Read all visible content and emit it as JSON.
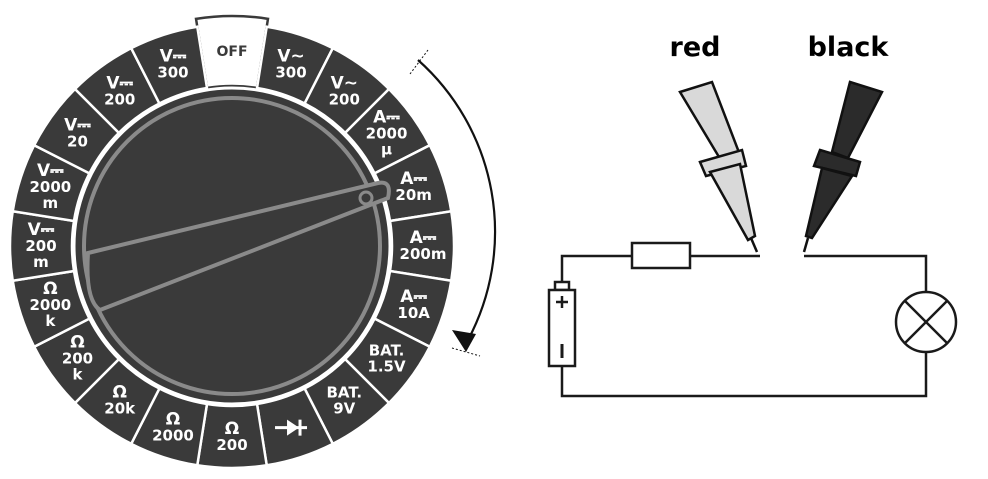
{
  "dial": {
    "positions": [
      {
        "label": "OFF",
        "off": true
      },
      {
        "label": "V~|300",
        "icon": "ac-voltage-icon"
      },
      {
        "label": "V~|200",
        "icon": "ac-voltage-icon"
      },
      {
        "label": "A⎓|2000|µ",
        "icon": "dc-current-icon"
      },
      {
        "label": "A⎓|20m",
        "icon": "dc-current-icon"
      },
      {
        "label": "A⎓|200m",
        "icon": "dc-current-icon"
      },
      {
        "label": "A⎓|10A",
        "icon": "dc-current-icon"
      },
      {
        "label": "BAT.|1.5V"
      },
      {
        "label": "BAT.|9V"
      },
      {
        "label": "diode",
        "icon": "diode-icon"
      },
      {
        "label": "Ω|200",
        "icon": "ohm-icon"
      },
      {
        "label": "Ω|2000",
        "icon": "ohm-icon"
      },
      {
        "label": "Ω|20k",
        "icon": "ohm-icon"
      },
      {
        "label": "Ω|200|k",
        "icon": "ohm-icon"
      },
      {
        "label": "Ω|2000|k",
        "icon": "ohm-icon"
      },
      {
        "label": "V⎓|200|m",
        "icon": "dc-voltage-icon"
      },
      {
        "label": "V⎓|2000|m",
        "icon": "dc-voltage-icon"
      },
      {
        "label": "V⎓|20",
        "icon": "dc-voltage-icon"
      },
      {
        "label": "V⎓|200",
        "icon": "dc-voltage-icon"
      },
      {
        "label": "V⎓|300",
        "icon": "dc-voltage-icon"
      }
    ],
    "colors": {
      "segment": "#3a3a3a",
      "knob": "#3a3a3a",
      "outline": "#ffffff"
    }
  },
  "probes": {
    "red": {
      "label": "red",
      "color": "#d9d9d9"
    },
    "black": {
      "label": "black",
      "color": "#2b2b2b"
    }
  },
  "circuit": {
    "components": [
      "battery-icon",
      "resistor-icon",
      "lamp-icon"
    ]
  }
}
